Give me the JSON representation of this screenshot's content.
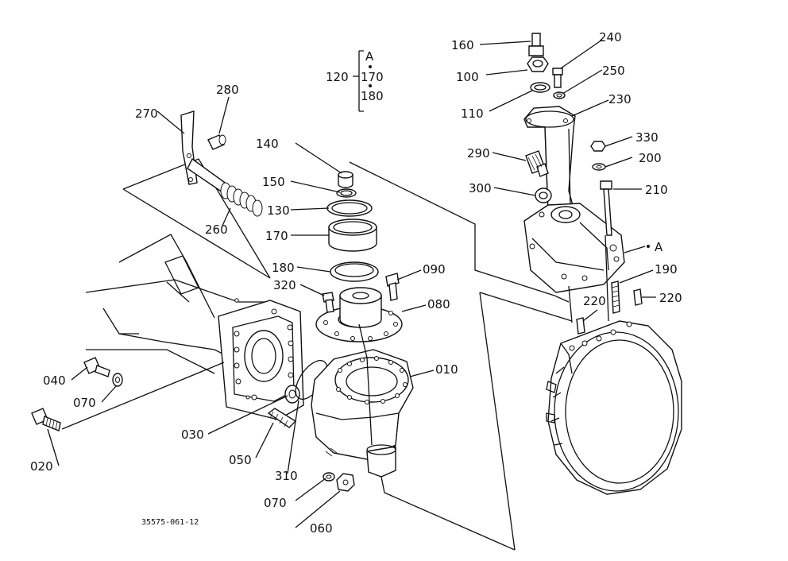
{
  "labels": {
    "p010": "010",
    "p020": "020",
    "p030": "030",
    "p040": "040",
    "p050": "050",
    "p060": "060",
    "p070a": "070",
    "p070b": "070",
    "p080": "080",
    "p090": "090",
    "p100": "100",
    "p110": "110",
    "p120": "120",
    "p130": "130",
    "p140": "140",
    "p150": "150",
    "p160": "160",
    "p170": "170",
    "p180": "180",
    "p190": "190",
    "p200": "200",
    "p210": "210",
    "p220a": "220",
    "p220b": "220",
    "p230": "230",
    "p240": "240",
    "p250": "250",
    "p260": "260",
    "p270": "270",
    "p280": "280",
    "p290": "290",
    "p300": "300",
    "p310": "310",
    "p320": "320",
    "p330": "330",
    "refA": "A"
  },
  "group120": {
    "header": "A",
    "item1": "170",
    "item2": "180"
  },
  "drawing_ref": "35575-061-12"
}
